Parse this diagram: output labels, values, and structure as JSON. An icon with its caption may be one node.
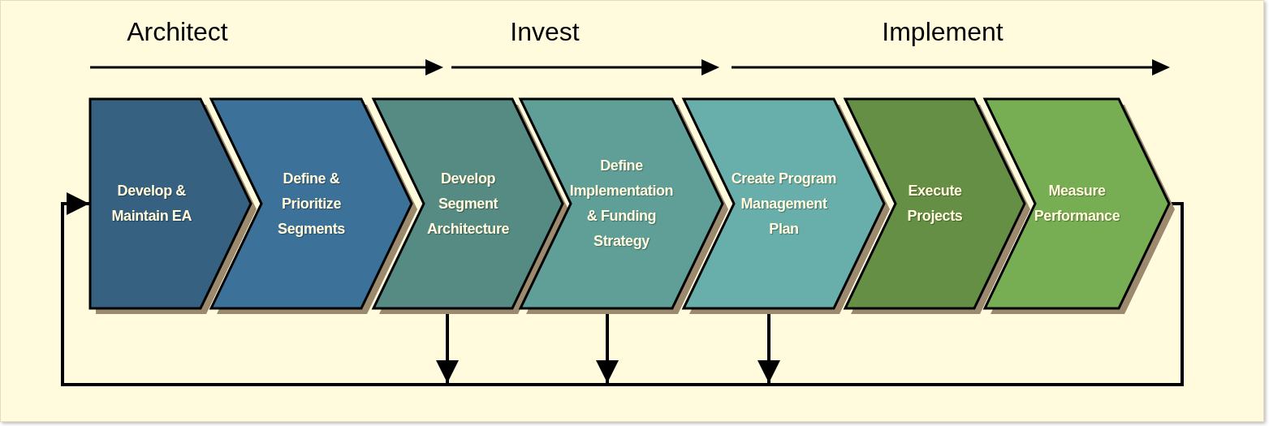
{
  "diagram": {
    "nodes": [
      {
        "text": [
          "Develop & Maintain EA"
        ]
      },
      {
        "text": [
          "Define & Prioritize Segments"
        ]
      },
      {
        "text": [
          "Develop Segment Architecture"
        ]
      },
      {
        "text": [
          "Define Implementation & Funding Strategy"
        ]
      },
      {
        "text": [
          "Create Program Management Plan"
        ]
      },
      {
        "text": [
          "Execute Projects"
        ]
      },
      {
        "text": [
          "Measure Performance"
        ]
      }
    ],
    "edges": [
      {
        "from": 6,
        "to": 0,
        "arrow": "to"
      },
      {
        "from": 2,
        "to": null,
        "arrow": "to"
      },
      {
        "from": 3,
        "to": null,
        "arrow": "to"
      },
      {
        "from": 4,
        "to": null,
        "arrow": "to"
      }
    ],
    "labels": [
      "Architect",
      "Invest",
      "Implement"
    ]
  }
}
